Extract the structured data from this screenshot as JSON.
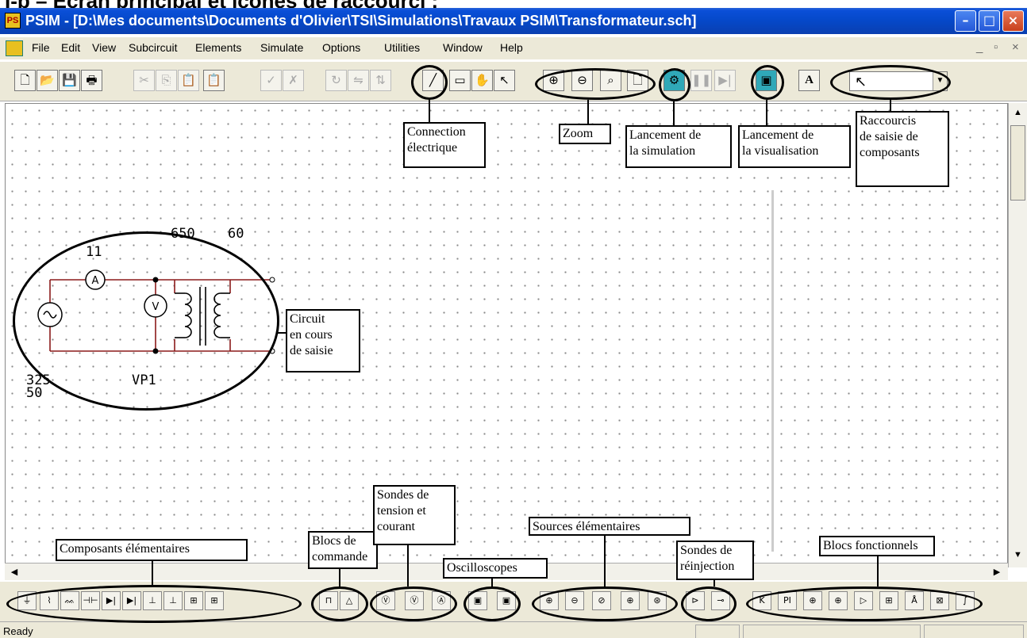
{
  "heading": "I-b – Écran principal et icônes de raccourci :",
  "window": {
    "title": "PSIM - [D:\\Mes documents\\Documents d'Olivier\\TSI\\Simulations\\Travaux PSIM\\Transformateur.sch]"
  },
  "menu": [
    "File",
    "Edit",
    "View",
    "Subcircuit",
    "Elements",
    "Simulate",
    "Options",
    "Utilities",
    "Window",
    "Help"
  ],
  "circuit": {
    "labels": {
      "param_650": "650",
      "param_60": "60",
      "param_11": "11",
      "param_325": "325",
      "param_50": "50",
      "probe_vp1": "VP1",
      "ammeter_symbol": "A",
      "voltmeter_symbol": "V"
    }
  },
  "callouts": {
    "connection": "Connection\nélectrique",
    "zoom": "Zoom",
    "simulation": "Lancement de\nla simulation",
    "visualisation": "Lancement de\nla visualisation",
    "raccourcis": "Raccourcis\nde saisie de\ncomposants",
    "circuit": "Circuit\nen cours\nde saisie",
    "sondes_tension": "Sondes de\ntension et\ncourant",
    "blocs_commande": "Blocs de\ncommande",
    "oscilloscopes": "Oscilloscopes",
    "sources": "Sources élémentaires",
    "reinjection": "Sondes de\nréinjection",
    "blocs_fonctionnels": "Blocs fonctionnels",
    "composants": "Composants élémentaires"
  },
  "status": {
    "text": "Ready"
  },
  "colors": {
    "titlebar": "#0a4fd8",
    "wire": "#8b1a1a",
    "chrome": "#ece9d8",
    "run_button": "#30a8b8"
  }
}
